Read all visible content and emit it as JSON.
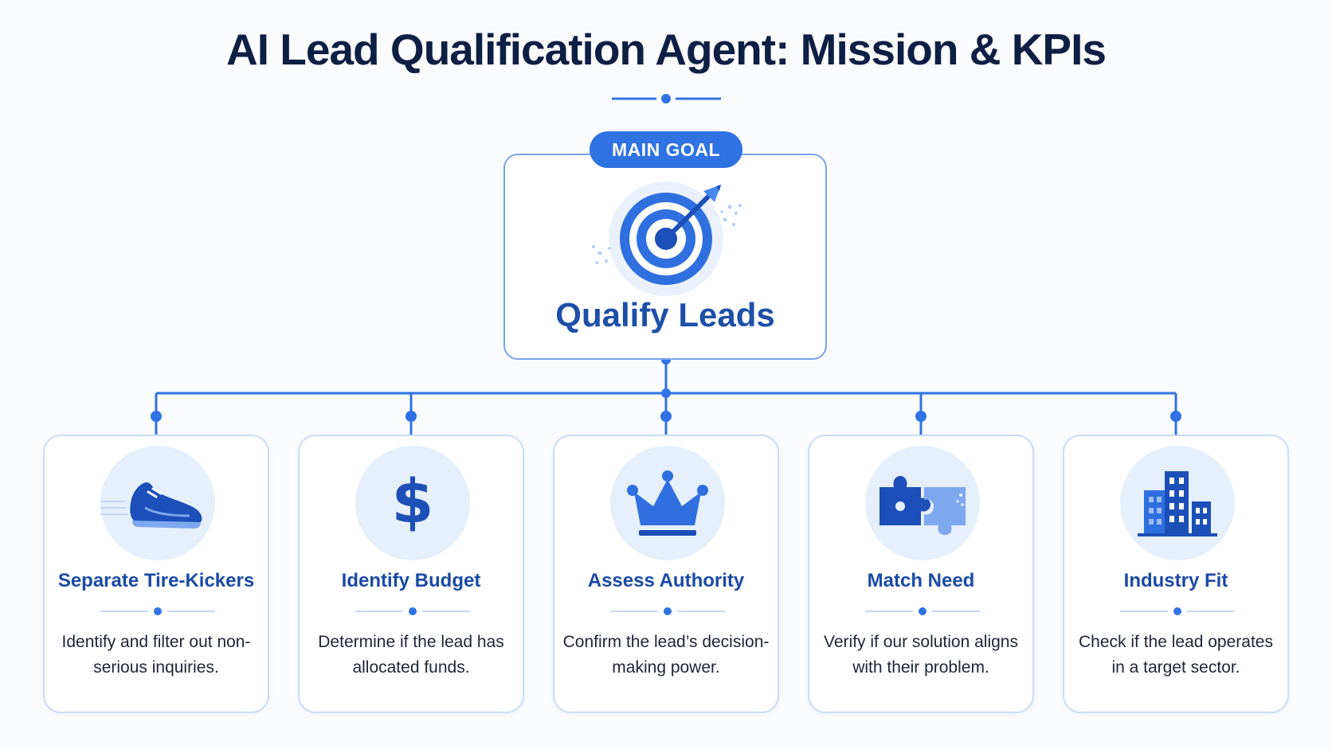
{
  "title": "AI Lead Qualification Agent: Mission & KPIs",
  "main_goal": {
    "badge": "MAIN GOAL",
    "label": "Qualify Leads",
    "icon": "target-icon"
  },
  "kpis": [
    {
      "title": "Separate Tire-Kickers",
      "description": "Identify and filter out non-serious inquiries.",
      "icon": "sneaker-icon"
    },
    {
      "title": "Identify Budget",
      "description": "Determine if the lead has allocated funds.",
      "icon": "dollar-icon"
    },
    {
      "title": "Assess Authority",
      "description": "Confirm the lead’s decision-making power.",
      "icon": "crown-icon"
    },
    {
      "title": "Match Need",
      "description": "Verify if our solution aligns with their problem.",
      "icon": "puzzle-icon"
    },
    {
      "title": "Industry Fit",
      "description": "Check if the lead operates in a target sector.",
      "icon": "buildings-icon"
    }
  ],
  "colors": {
    "accent": "#2f72e3",
    "title": "#0e1f44",
    "card_title": "#1a4aa6",
    "icon_dark": "#1d4fb8",
    "icon_light": "#7fa8f0"
  }
}
